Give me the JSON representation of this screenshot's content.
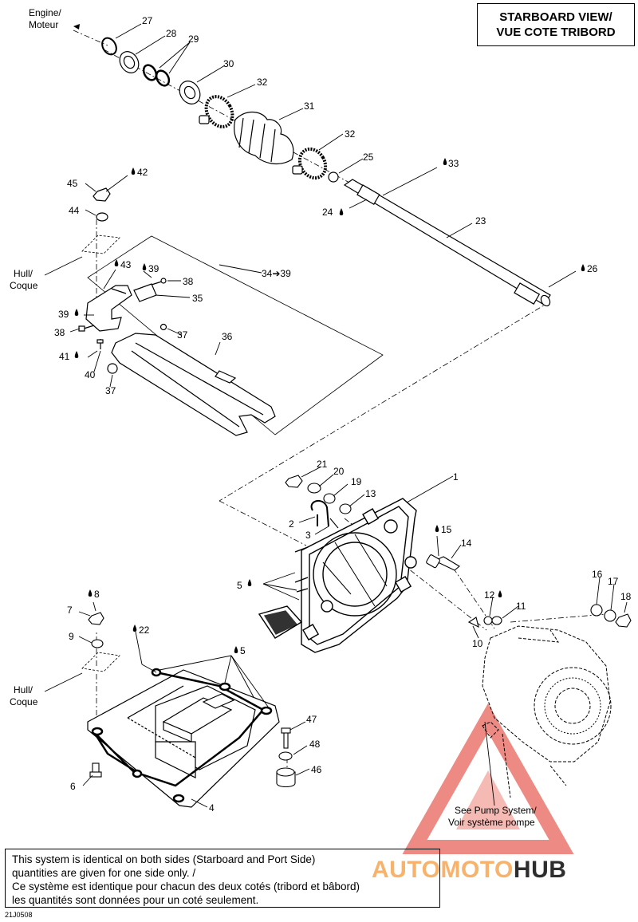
{
  "title": {
    "line1": "STARBOARD VIEW/",
    "line2": "VUE COTE TRIBORD"
  },
  "labels": {
    "engine": "Engine/",
    "engine_fr": "Moteur",
    "hull": "Hull/",
    "hull_fr": "Coque",
    "range": "34➔39",
    "see_pump": "See Pump System/",
    "see_pump_fr": "Voir système pompe"
  },
  "part_numbers": [
    "27",
    "28",
    "29",
    "30",
    "32",
    "31",
    "32",
    "25",
    "33",
    "24",
    "23",
    "26",
    "45",
    "42",
    "44",
    "43",
    "39",
    "38",
    "35",
    "34➔39",
    "39",
    "38",
    "37",
    "36",
    "41",
    "40",
    "37",
    "21",
    "20",
    "19",
    "13",
    "1",
    "2",
    "3",
    "15",
    "14",
    "5",
    "16",
    "17",
    "18",
    "12",
    "11",
    "10",
    "8",
    "7",
    "22",
    "9",
    "5",
    "47",
    "48",
    "46",
    "6",
    "4"
  ],
  "note": {
    "line1": "This system is identical on both sides (Starboard and Port Side)",
    "line2": "quantities are given for one side only. /",
    "line3": "Ce système est identique pour chacun des deux cotés (tribord et bâbord)",
    "line4": "les quantités sont données pour un coté seulement."
  },
  "drawing_code": "21J0508",
  "watermark": {
    "part1": "AUTOMOTO",
    "part2": "HUB",
    "accent": "#f7b26b",
    "dark": "#2e2e2e",
    "triangle": "#e8645a"
  }
}
